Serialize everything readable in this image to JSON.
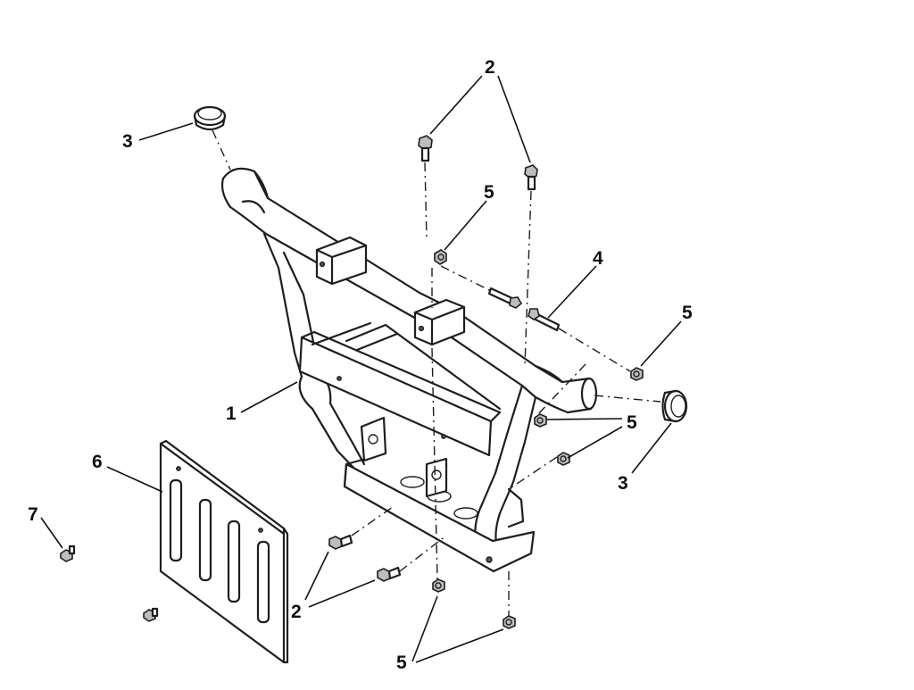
{
  "callouts": [
    {
      "id": "c2_top",
      "label": "2"
    },
    {
      "id": "c3_left",
      "label": "3"
    },
    {
      "id": "c5_upper",
      "label": "5"
    },
    {
      "id": "c4",
      "label": "4"
    },
    {
      "id": "c5_right",
      "label": "5"
    },
    {
      "id": "c1",
      "label": "1"
    },
    {
      "id": "c5_mid",
      "label": "5"
    },
    {
      "id": "c6",
      "label": "6"
    },
    {
      "id": "c3_right",
      "label": "3"
    },
    {
      "id": "c7",
      "label": "7"
    },
    {
      "id": "c2_bottom",
      "label": "2"
    },
    {
      "id": "c5_bottom",
      "label": "5"
    }
  ],
  "colors": {
    "line": "#1e1e1e",
    "background": "#ffffff",
    "shade": "#bdbdbd"
  }
}
